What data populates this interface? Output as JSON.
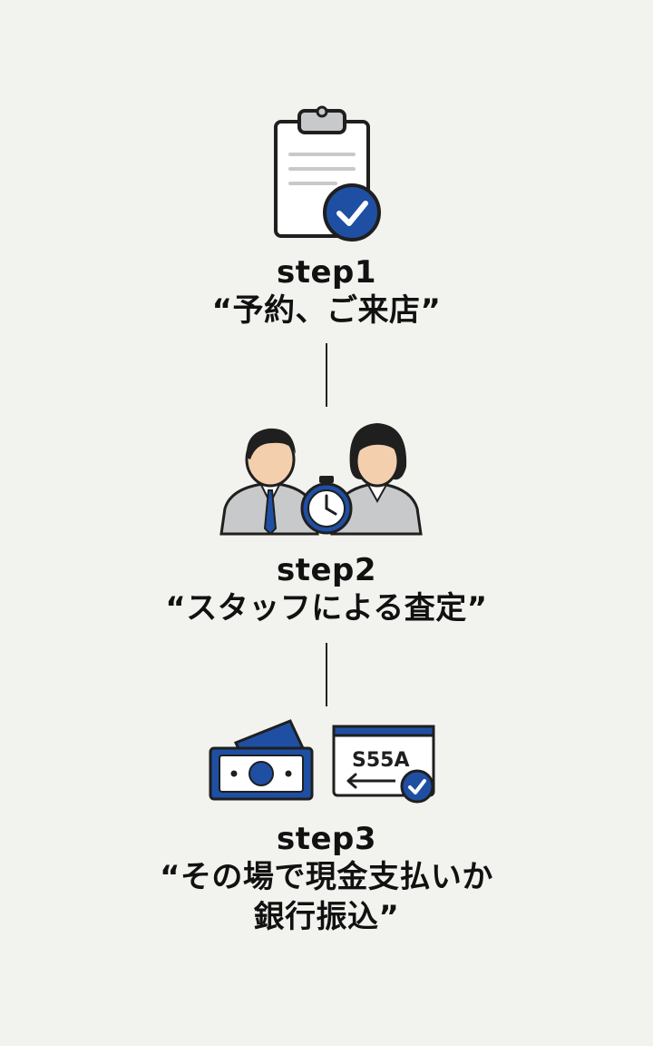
{
  "steps": [
    {
      "number": "step1",
      "text": "“予約、ご来店”",
      "icon": "clipboard-check-icon"
    },
    {
      "number": "step2",
      "text": "“スタッフによる査定”",
      "icon": "staff-stopwatch-icon"
    },
    {
      "number": "step3",
      "text_line1": "“その場で現金支払いか",
      "text_line2": "銀行振込”",
      "icon": "cash-transfer-icon",
      "transfer_screen_text": "S55A"
    }
  ],
  "colors": {
    "background": "#f2f2ee",
    "accent_blue": "#1e4fa3",
    "outline": "#1f1f1f",
    "suit_gray": "#c8c9cb"
  }
}
